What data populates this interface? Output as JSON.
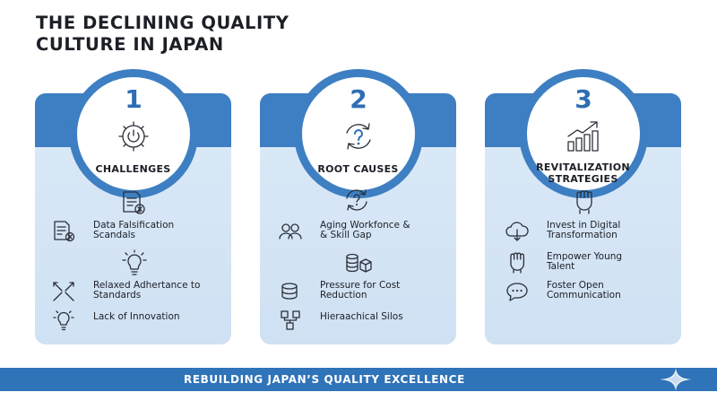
{
  "title": {
    "line1": "THE DECLINING QUALITY",
    "line2": "CULTURE IN JAPAN"
  },
  "columns": [
    {
      "number": "1",
      "heading": "CHALLENGES",
      "icon": "gear-power-icon",
      "items": [
        {
          "icon": "document-x-icon",
          "line1": "Data Falsification",
          "line2": "Scandals"
        },
        {
          "icon": "broken-arrows-icon",
          "line1": "Relaxed Adhertance to",
          "line2": "Standards"
        },
        {
          "icon": "lightbulb-icon",
          "line1": "Lack of Innovation",
          "line2": ""
        }
      ]
    },
    {
      "number": "2",
      "heading": "ROOT CAUSES",
      "icon": "cycle-question-icon",
      "items": [
        {
          "icon": "people-icon",
          "line1": "Aging Workfonce &",
          "line2": "& Skill Gap"
        },
        {
          "icon": "coins-icon",
          "line1": "Pressure for Cost",
          "line2": "Reduction"
        },
        {
          "icon": "hierarchy-icon",
          "line1": "Hieraachical Silos",
          "line2": ""
        }
      ]
    },
    {
      "number": "3",
      "heading_line1": "REVITALIZATION",
      "heading_line2": "STRATEGIES",
      "icon": "growth-chart-icon",
      "items": [
        {
          "icon": "cloud-icon",
          "line1": "Invest in Digital",
          "line2": "Transformation"
        },
        {
          "icon": "raised-fist-icon",
          "line1": "Empower Young",
          "line2": "Talent"
        },
        {
          "icon": "chat-bubble-icon",
          "line1": "Foster Open",
          "line2": "Communication"
        }
      ]
    }
  ],
  "footer": {
    "text": "REBUILDING JAPAN’S QUALITY EXCELLENCE",
    "icon": "sparkle-icon"
  },
  "colors": {
    "accent": "#3d7fc2",
    "card_fill": "#d6e6f6",
    "footer": "#2f73b8",
    "text": "#1c1f26"
  }
}
